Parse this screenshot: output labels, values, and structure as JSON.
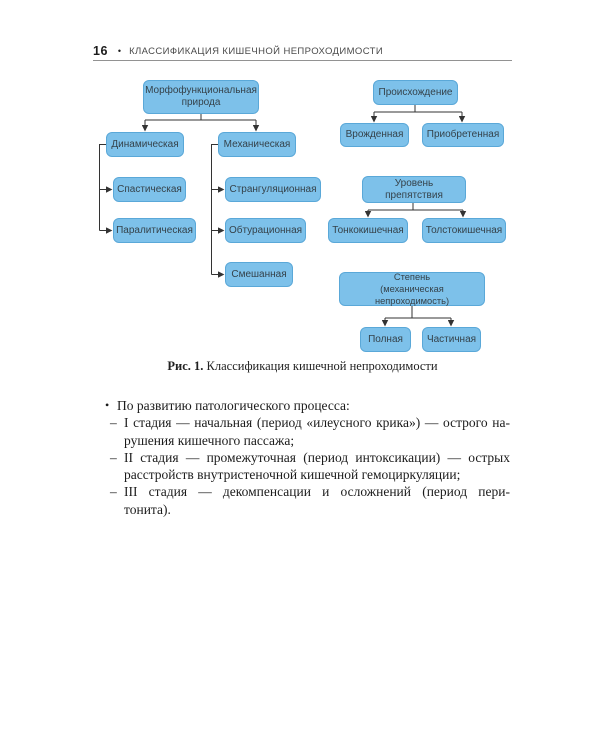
{
  "header": {
    "page_number": "16",
    "bullet": "•",
    "title": "КЛАССИФИКАЦИЯ КИШЕЧНОЙ НЕПРОХОДИМОСТИ"
  },
  "diagram": {
    "nodes": {
      "morpho": "Морфофункциональная\nприрода",
      "dynamic": "Динамическая",
      "mechanical": "Механическая",
      "spastic": "Спастическая",
      "paralytic": "Паралитическая",
      "strangulation": "Странгуляционная",
      "obturation": "Обтурационная",
      "mixed": "Смешанная",
      "origin": "Происхождение",
      "congenital": "Врожденная",
      "acquired": "Приобретенная",
      "level": "Уровень препятствия",
      "small_bowel": "Тонкокишечная",
      "large_bowel": "Толстокишечная",
      "degree": "Степень\n(механическая непроходимость)",
      "complete": "Полная",
      "partial": "Частичная"
    }
  },
  "figure_caption": {
    "label": "Рис. 1.",
    "text": "Классификация кишечной непроходимости"
  },
  "body": {
    "bullet": "•",
    "dash": "–",
    "intro": "По развитию патологического процесса:",
    "stages": [
      {
        "lines": [
          "I стадия — начальная (период «илеусного крика») — острого на-",
          "рушения кишечного пассажа;"
        ]
      },
      {
        "lines": [
          "II стадия — промежуточная (период интоксикации) — острых",
          "расстройств внутристеночной кишечной гемоциркуляции;"
        ]
      },
      {
        "lines": [
          "III стадия — декомпенсации и осложнений (период пери-",
          "тонита)."
        ]
      }
    ]
  },
  "colors": {
    "node_fill": "#7dc1ea",
    "node_border": "#5aa8d8",
    "node_text": "#35424a",
    "connector": "#333333",
    "header_rule": "#929292"
  }
}
